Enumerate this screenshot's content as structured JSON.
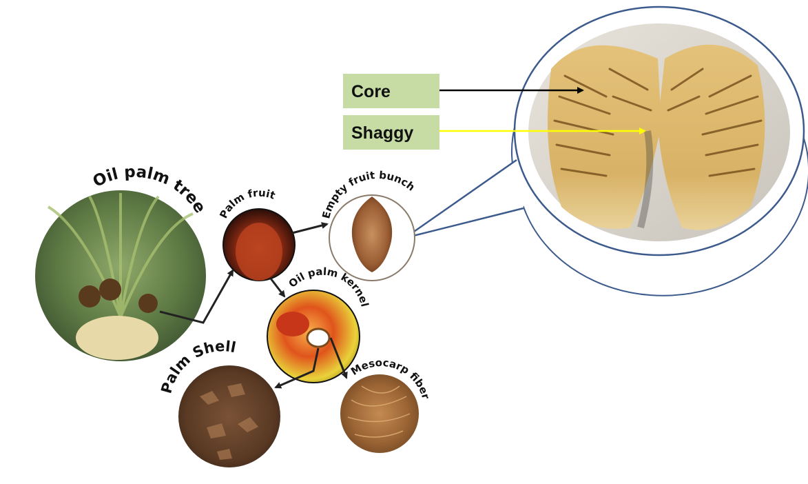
{
  "labels": {
    "oil_palm_tree": "Oil palm tree",
    "palm_fruit": "Palm fruit",
    "empty_fruit_bunch": "Empty fruit bunch",
    "oil_palm_kernel": "Oil palm kernel",
    "palm_shell": "Palm Shell",
    "mesocarp_fiber": "Mesocarp fiber"
  },
  "callout": {
    "core_label": "Core",
    "shaggy_label": "Shaggy"
  },
  "colors": {
    "callout_border": "#3c5a8c",
    "label_box_fill": "#c6dca4",
    "core_arrow": "#000000",
    "shaggy_arrow": "#ffff00"
  }
}
